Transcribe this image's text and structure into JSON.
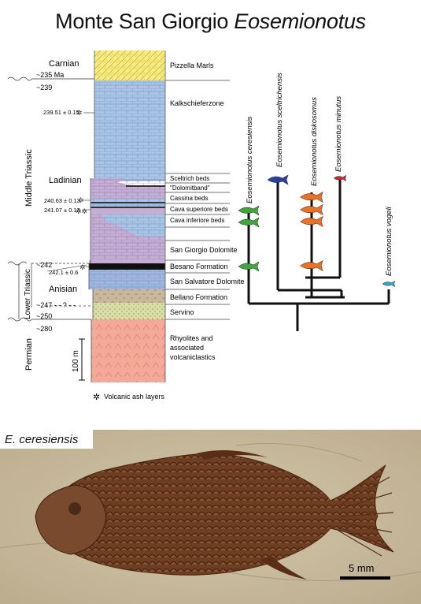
{
  "title": {
    "plain": "Monte San Giorgio ",
    "italic": "Eosemionotus"
  },
  "periods": [
    "Permian",
    "Lower Triassic",
    "Middle Triassic"
  ],
  "stages": [
    "Carnian",
    "Ladinian",
    "Anisian"
  ],
  "ages": {
    "a235": "~235 Ma",
    "a239": "~239",
    "a242": "~242",
    "a247": "~247 - - ? - -",
    "a250": "~250",
    "a280": "~280"
  },
  "dates": {
    "d1": "239.51 ± 0.15",
    "d2": "240.63 ± 0.13",
    "d3": "241.07 ± 0.13",
    "d4": "242.1 ± 0.6"
  },
  "formations": [
    "Pizzella Marls",
    "Kalkschieferzone",
    "Sceltrich beds",
    "\"Dolomitband\"",
    "Cassina beds",
    "Cava superiore beds",
    "Cava inferiore beds",
    "San Giorgio Dolomite",
    "Besano Formation",
    "San Salvatore Dolomite",
    "Bellano Formation",
    "Servino",
    "Rhyolites and associated volcaniclastics"
  ],
  "scale": {
    "column": "100 m",
    "photo": "5 mm"
  },
  "legend": {
    "symbol": "✲",
    "text": "Volcanic ash layers"
  },
  "species": [
    "Eosemionotus ceresiensis",
    "Eosemionotus sceltrichensis",
    "Eosemionotus diskosomus",
    "Eosemionotus minutus",
    "Eosemionotus vogeli"
  ],
  "photo_label": "E. ceresiensis",
  "colors": {
    "carnian": "#f5ec8a",
    "kalk": "#a9c4e6",
    "purple": "#c5aed4",
    "anisian_blue": "#9fb6e0",
    "bellano": "#c9b89e",
    "servino": "#d8dfa8",
    "permian": "#f2a998",
    "fish_green": "#3fa83b",
    "fish_blue": "#2b3fa8",
    "fish_orange": "#f07020",
    "fish_red": "#e0202a",
    "fish_cyan": "#2fa9d6",
    "rock": "#c8bba0",
    "fossil": "#6b3c24"
  }
}
